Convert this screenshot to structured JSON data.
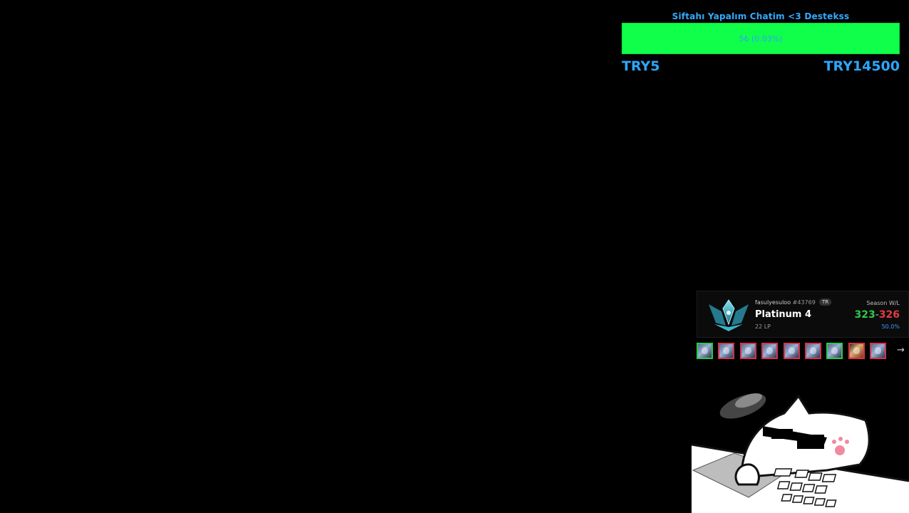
{
  "goal": {
    "title": "Siftahı Yapalım Chatim <3 Destekss",
    "progress_text": "5₺ (0.03%)",
    "progress_fraction": 0.0003,
    "min_label": "TRY5",
    "max_label": "TRY14500"
  },
  "rank": {
    "summoner_name": "fasulyesuloo",
    "summoner_tag": "#43769",
    "region": "TR",
    "tier": "Platinum 4",
    "lp": "22 LP",
    "season_label": "Season W/L",
    "wins": "323",
    "separator": "-",
    "losses": "326",
    "winrate": "50.0%"
  },
  "matches": [
    {
      "result": "win",
      "icon": "champion-icon"
    },
    {
      "result": "loss",
      "icon": "champion-icon"
    },
    {
      "result": "loss",
      "icon": "champion-icon"
    },
    {
      "result": "loss",
      "icon": "champion-icon"
    },
    {
      "result": "loss",
      "icon": "champion-icon"
    },
    {
      "result": "loss",
      "icon": "champion-icon"
    },
    {
      "result": "win",
      "icon": "champion-icon"
    },
    {
      "result": "loss",
      "icon": "champion-icon"
    },
    {
      "result": "loss",
      "icon": "champion-icon"
    }
  ],
  "icons": {
    "next": "arrow-right-icon",
    "crest": "rank-crest-icon",
    "cat": "bongo-cat-icon"
  },
  "colors": {
    "goal_bar": "#10ff4a",
    "goal_text": "#2aa7ff",
    "win": "#2ec94a",
    "loss": "#e23b45",
    "winrate": "#3d9bff"
  },
  "arrow_glyph": "→"
}
